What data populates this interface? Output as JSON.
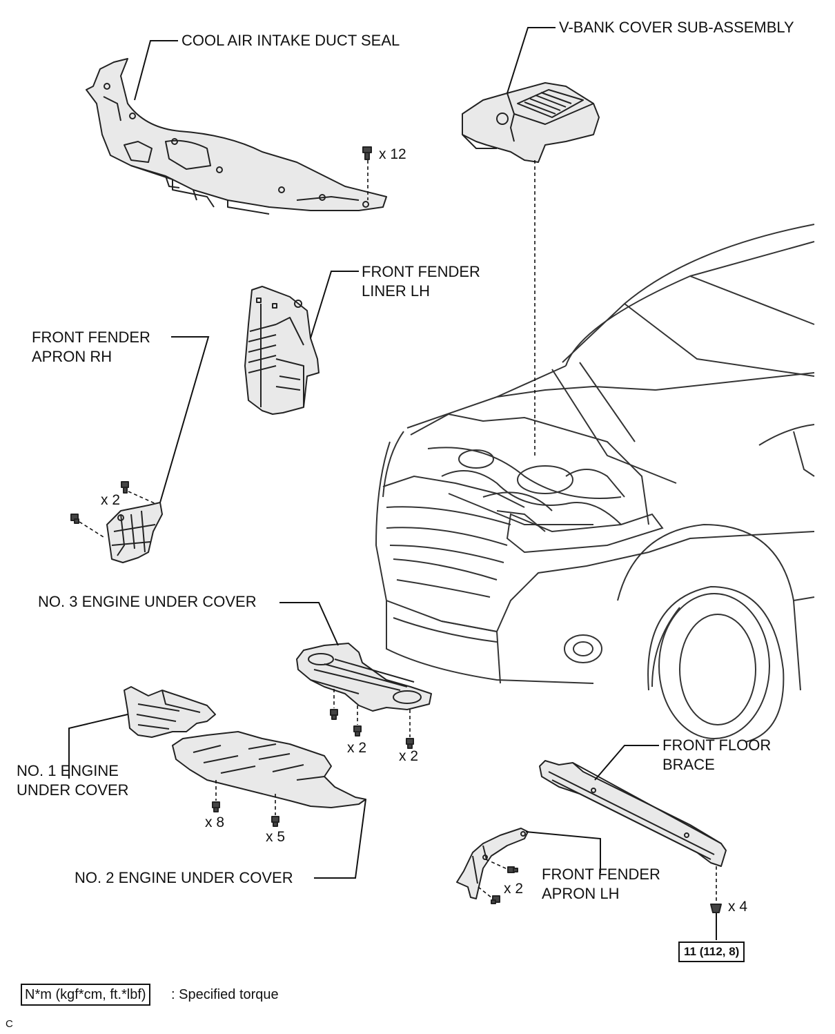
{
  "labels": {
    "cool_air_intake_duct_seal": "COOL AIR INTAKE DUCT SEAL",
    "v_bank_cover": "V-BANK COVER SUB-ASSEMBLY",
    "front_fender_liner_lh": "FRONT FENDER\nLINER LH",
    "front_fender_apron_rh": "FRONT FENDER\nAPRON RH",
    "no3_engine_under_cover": "NO. 3 ENGINE UNDER COVER",
    "no1_engine_under_cover": "NO. 1 ENGINE\nUNDER COVER",
    "no2_engine_under_cover": "NO. 2 ENGINE UNDER COVER",
    "front_floor_brace": "FRONT FLOOR\nBRACE",
    "front_fender_apron_lh": "FRONT FENDER\nAPRON LH"
  },
  "quantities": {
    "duct_seal_clips": "x 12",
    "apron_rh_fasteners": "x 2",
    "no3_bolts_a": "x 2",
    "no3_bolts_b": "x 2",
    "no2_bolts_a": "x 8",
    "no2_bolts_b": "x 5",
    "apron_lh_fasteners": "x 2",
    "brace_nuts": "x 4"
  },
  "torque": {
    "brace_nut_spec": "11 (112, 8)"
  },
  "legend": {
    "unit_box": "N*m (kgf*cm, ft.*lbf)",
    "description": ": Specified torque"
  },
  "figure_code": "C"
}
